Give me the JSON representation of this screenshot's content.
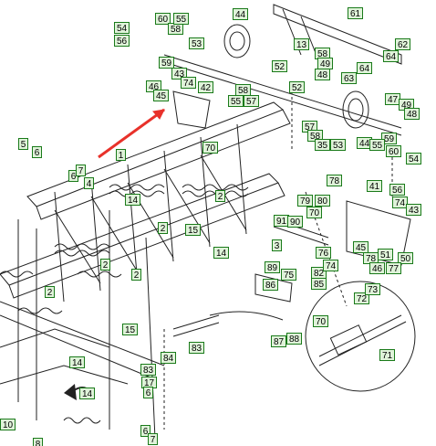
{
  "diagram": {
    "colors": {
      "ink": "#222222",
      "callout_border": "#1a7a1a",
      "callout_fill": "#dff3d9",
      "arrow": "#e8312a"
    },
    "callouts": [
      {
        "id": "c54a",
        "text": "54"
      },
      {
        "id": "c56a",
        "text": "56"
      },
      {
        "id": "c60a",
        "text": "60"
      },
      {
        "id": "c58a",
        "text": "58"
      },
      {
        "id": "c55a",
        "text": "55"
      },
      {
        "id": "c53a",
        "text": "53"
      },
      {
        "id": "c44a",
        "text": "44"
      },
      {
        "id": "c61",
        "text": "61"
      },
      {
        "id": "c13",
        "text": "13"
      },
      {
        "id": "c52a",
        "text": "52"
      },
      {
        "id": "c58b",
        "text": "58"
      },
      {
        "id": "c49a",
        "text": "49"
      },
      {
        "id": "c48a",
        "text": "48"
      },
      {
        "id": "c62",
        "text": "62"
      },
      {
        "id": "c64a",
        "text": "64"
      },
      {
        "id": "c64b",
        "text": "64"
      },
      {
        "id": "c63",
        "text": "63"
      },
      {
        "id": "c59a",
        "text": "59"
      },
      {
        "id": "c43a",
        "text": "43"
      },
      {
        "id": "c74a",
        "text": "74"
      },
      {
        "id": "c46a",
        "text": "46"
      },
      {
        "id": "c45a",
        "text": "45"
      },
      {
        "id": "c42",
        "text": "42"
      },
      {
        "id": "c58c",
        "text": "58"
      },
      {
        "id": "c57a",
        "text": "57"
      },
      {
        "id": "c55b",
        "text": "55"
      },
      {
        "id": "c52b",
        "text": "52"
      },
      {
        "id": "c47",
        "text": "47"
      },
      {
        "id": "c49b",
        "text": "49"
      },
      {
        "id": "c48b",
        "text": "48"
      },
      {
        "id": "c57b",
        "text": "57"
      },
      {
        "id": "c58d",
        "text": "58"
      },
      {
        "id": "c35",
        "text": "35"
      },
      {
        "id": "c53b",
        "text": "53"
      },
      {
        "id": "c44b",
        "text": "44"
      },
      {
        "id": "c60b",
        "text": "60"
      },
      {
        "id": "c59b",
        "text": "59"
      },
      {
        "id": "c55c",
        "text": "55"
      },
      {
        "id": "c54b",
        "text": "54"
      },
      {
        "id": "c70a",
        "text": "70"
      },
      {
        "id": "c5",
        "text": "5"
      },
      {
        "id": "c6a",
        "text": "6"
      },
      {
        "id": "c1",
        "text": "1"
      },
      {
        "id": "c6b",
        "text": "6"
      },
      {
        "id": "c7a",
        "text": "7"
      },
      {
        "id": "c4",
        "text": "4"
      },
      {
        "id": "c78a",
        "text": "78"
      },
      {
        "id": "c41",
        "text": "41"
      },
      {
        "id": "c56b",
        "text": "56"
      },
      {
        "id": "c74b",
        "text": "74"
      },
      {
        "id": "c43b",
        "text": "43"
      },
      {
        "id": "c14a",
        "text": "14"
      },
      {
        "id": "c2a",
        "text": "2"
      },
      {
        "id": "c79",
        "text": "79"
      },
      {
        "id": "c80",
        "text": "80"
      },
      {
        "id": "c70b",
        "text": "70"
      },
      {
        "id": "c91",
        "text": "91"
      },
      {
        "id": "c90",
        "text": "90"
      },
      {
        "id": "c2b",
        "text": "2"
      },
      {
        "id": "c15a",
        "text": "15"
      },
      {
        "id": "c14b",
        "text": "14"
      },
      {
        "id": "c3",
        "text": "3"
      },
      {
        "id": "c76",
        "text": "76"
      },
      {
        "id": "c45b",
        "text": "45"
      },
      {
        "id": "c78b",
        "text": "78"
      },
      {
        "id": "c51",
        "text": "51"
      },
      {
        "id": "c46b",
        "text": "46"
      },
      {
        "id": "c50",
        "text": "50"
      },
      {
        "id": "c77",
        "text": "77"
      },
      {
        "id": "c2c",
        "text": "2"
      },
      {
        "id": "c2d",
        "text": "2"
      },
      {
        "id": "c89",
        "text": "89"
      },
      {
        "id": "c75",
        "text": "75"
      },
      {
        "id": "c82",
        "text": "82"
      },
      {
        "id": "c85",
        "text": "85"
      },
      {
        "id": "c74c",
        "text": "74"
      },
      {
        "id": "c2e",
        "text": "2"
      },
      {
        "id": "c86",
        "text": "86"
      },
      {
        "id": "c72",
        "text": "72"
      },
      {
        "id": "c73",
        "text": "73"
      },
      {
        "id": "c70c",
        "text": "70"
      },
      {
        "id": "c15b",
        "text": "15"
      },
      {
        "id": "c83a",
        "text": "83"
      },
      {
        "id": "c87",
        "text": "87"
      },
      {
        "id": "c88",
        "text": "88"
      },
      {
        "id": "c84",
        "text": "84"
      },
      {
        "id": "c71",
        "text": "71"
      },
      {
        "id": "c14c",
        "text": "14"
      },
      {
        "id": "c83b",
        "text": "83"
      },
      {
        "id": "c17",
        "text": "17"
      },
      {
        "id": "c6c",
        "text": "6"
      },
      {
        "id": "c14d",
        "text": "14"
      },
      {
        "id": "c10",
        "text": "10"
      },
      {
        "id": "c8",
        "text": "8"
      },
      {
        "id": "c6d",
        "text": "6"
      },
      {
        "id": "c7b",
        "text": "7"
      }
    ]
  }
}
